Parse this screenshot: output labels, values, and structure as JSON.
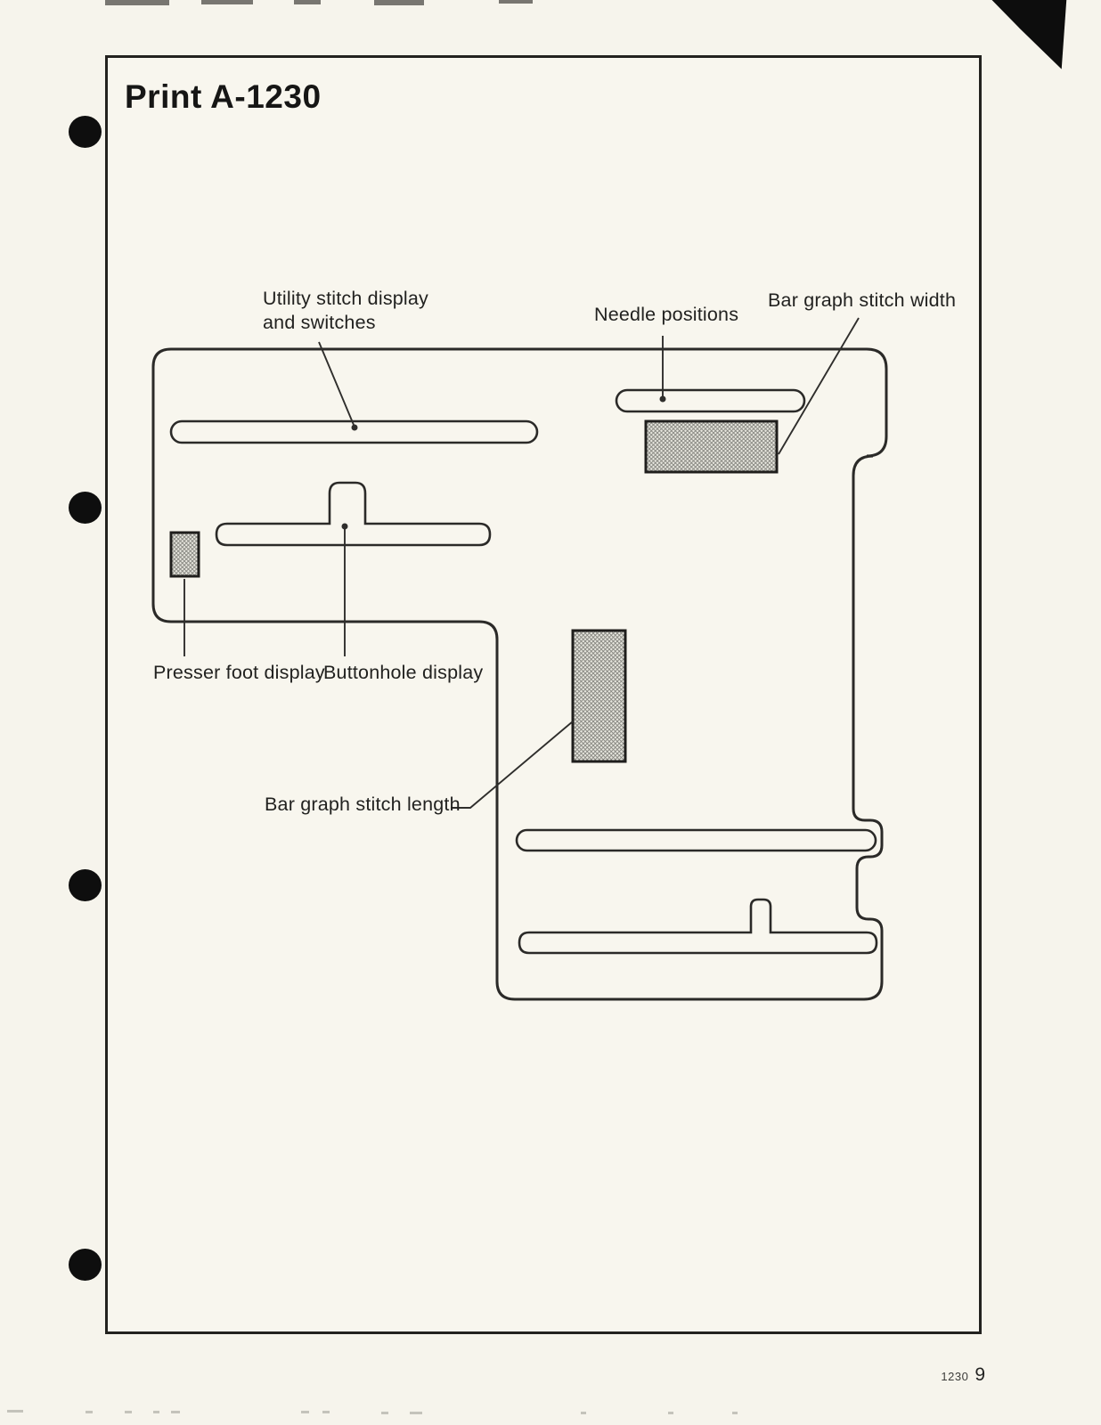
{
  "page": {
    "title": "Print A-1230",
    "footer": {
      "doc_number": "1230",
      "page_number": "9"
    }
  },
  "diagram": {
    "labels": {
      "utility": {
        "line1": "Utility stitch display",
        "line2": "and switches"
      },
      "needle": "Needle positions",
      "stitch_width": "Bar graph stitch width",
      "presser": "Presser foot display",
      "buttonhole": "Buttonhole display",
      "stitch_length": "Bar graph stitch length"
    },
    "colors": {
      "paper": "#f6f4ec",
      "ink": "#1c1c1c",
      "outline": "#2b2a28",
      "hatch_fill": "#e6e5dd",
      "hatch_line": "#85857f"
    }
  }
}
